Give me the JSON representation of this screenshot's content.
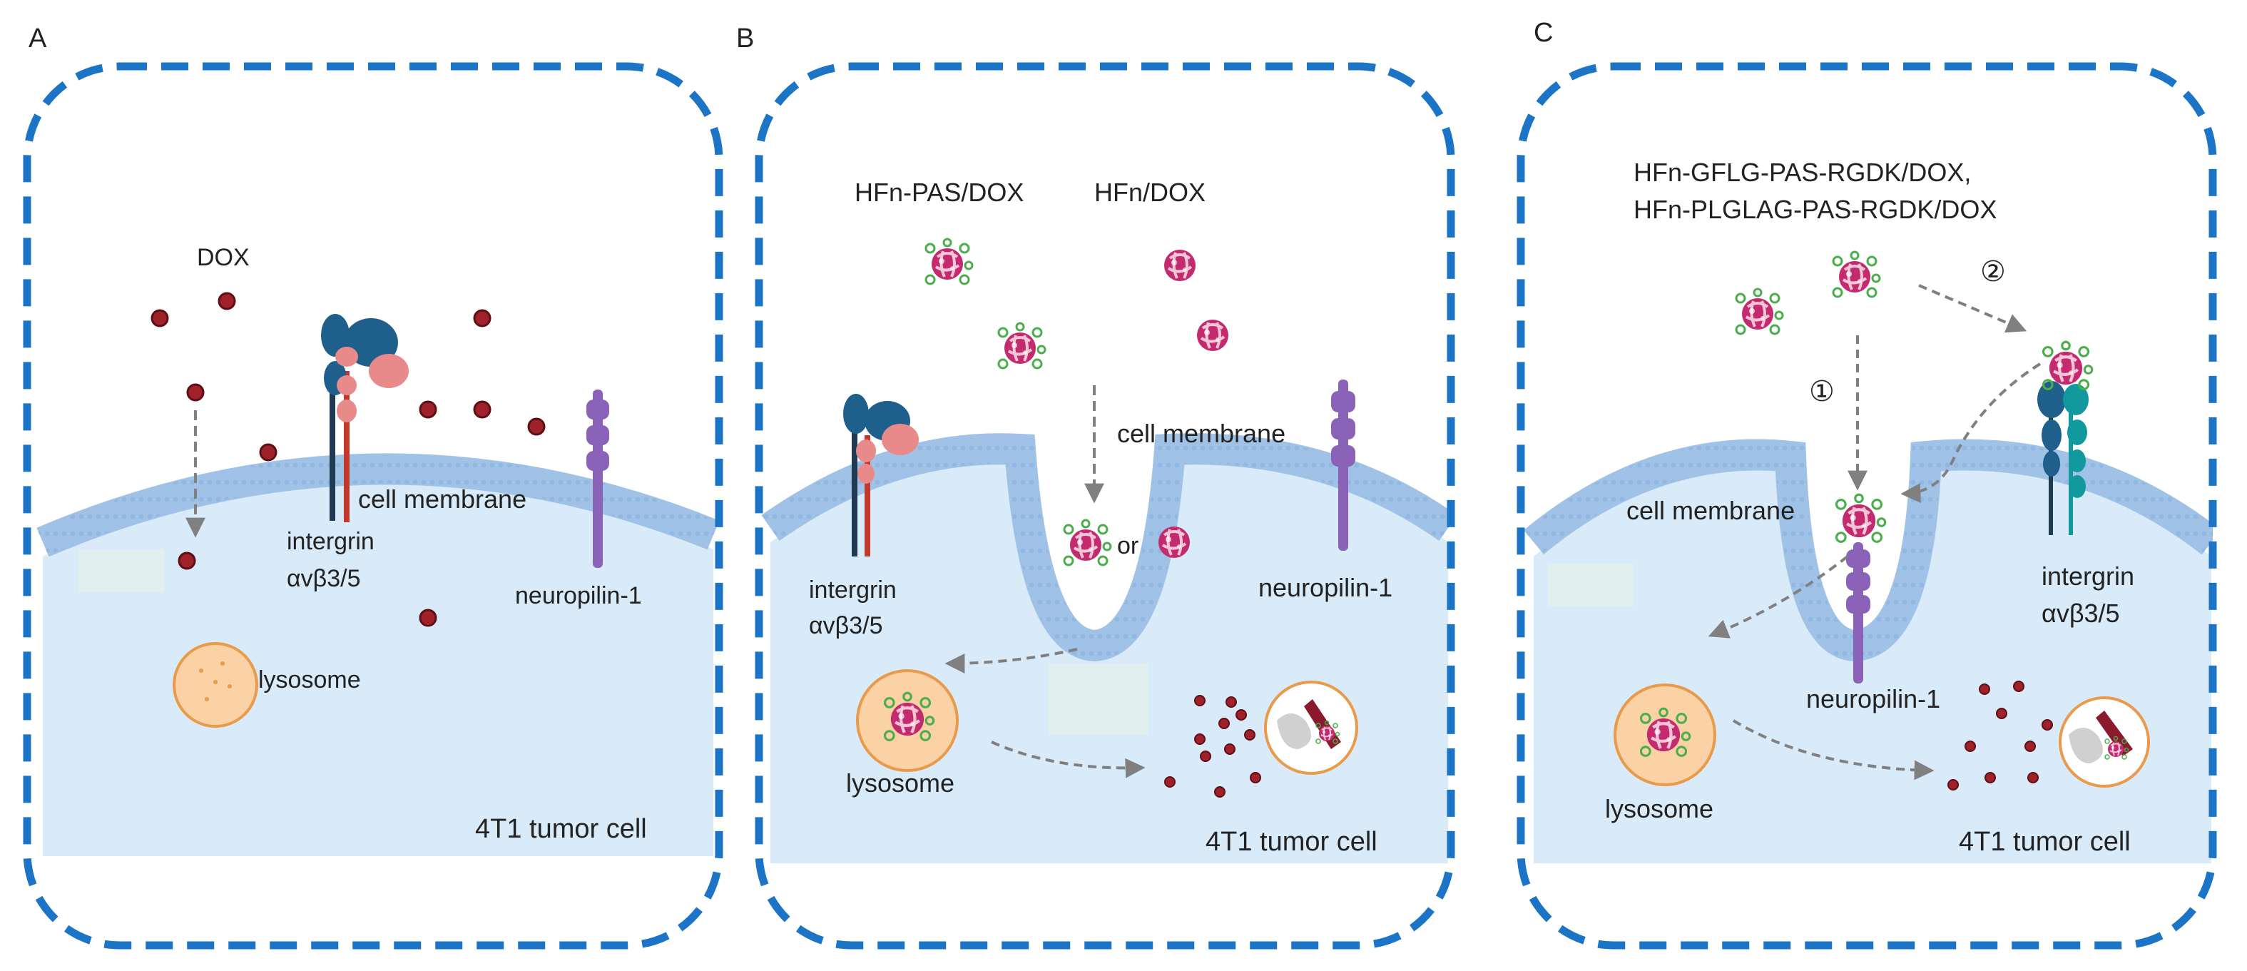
{
  "panels": [
    {
      "letter": "A",
      "labels": {
        "dox": "DOX",
        "integrin_1": "intergrin",
        "integrin_2": "αvβ3/5",
        "membrane": "cell membrane",
        "neuropilin": "neuropilin-1",
        "lysosome": "lysosome",
        "cell": "4T1 tumor cell"
      }
    },
    {
      "letter": "B",
      "labels": {
        "hfn_pas": "HFn-PAS/DOX",
        "hfn": "HFn/DOX",
        "or": "or",
        "membrane": "cell membrane",
        "integrin_1": "intergrin",
        "integrin_2": "αvβ3/5",
        "neuropilin": "neuropilin-1",
        "lysosome": "lysosome",
        "cell": "4T1 tumor cell"
      }
    },
    {
      "letter": "C",
      "labels": {
        "title_1": "HFn-GFLG-PAS-RGDK/DOX,",
        "title_2": "HFn-PLGLAG-PAS-RGDK/DOX",
        "step1": "①",
        "step2": "②",
        "membrane": "cell membrane",
        "integrin_1": "intergrin",
        "integrin_2": "αvβ3/5",
        "neuropilin": "neuropilin-1",
        "lysosome": "lysosome",
        "cell": "4T1 tumor cell"
      }
    }
  ],
  "colors": {
    "frame": "#1b74c5",
    "cytoplasm": "#d9eaf9",
    "membrane": "#9fc2e6",
    "dox": "#a0212a",
    "neuropilin": "#8a63b8",
    "integrin_blue": "#1f5f8b",
    "integrin_pink": "#e88a8a",
    "integrin_teal": "#12999e",
    "nanocage": "#c42a6e",
    "peptide": "#4cae4c",
    "lysosome_fill": "#fbd2a5",
    "lysosome_edge": "#e99a4a",
    "arrow": "#808080"
  }
}
